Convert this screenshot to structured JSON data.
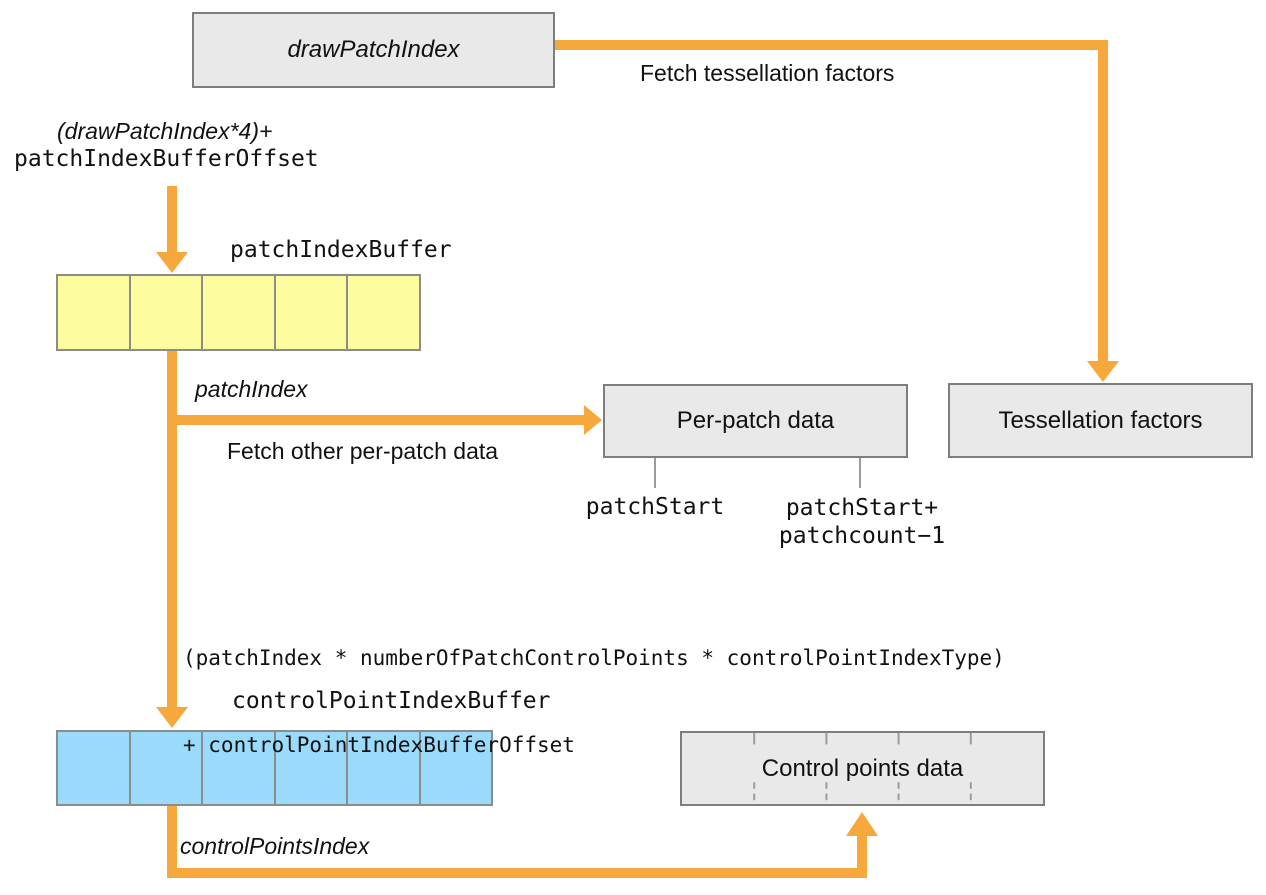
{
  "boxes": {
    "draw_patch_index": {
      "label": "drawPatchIndex"
    },
    "per_patch_data": {
      "label": "Per-patch data"
    },
    "tessellation_factors": {
      "label": "Tessellation factors"
    },
    "control_points_data": {
      "label": "Control points data"
    }
  },
  "buffers": {
    "patch_index": {
      "label": "patchIndexBuffer",
      "cells": 5
    },
    "control_point_index": {
      "label": "controlPointIndexBuffer",
      "cells": 6
    }
  },
  "arrow_labels": {
    "fetch_tessellation_factors": "Fetch tessellation factors",
    "fetch_other_per_patch_data": "Fetch other per-patch data"
  },
  "index_labels": {
    "patch_index": "patchIndex",
    "control_points_index": "controlPointsIndex"
  },
  "formulas": {
    "patch_index_buffer_offset": {
      "line1": "(drawPatchIndex*4)+",
      "line2": "patchIndexBufferOffset"
    },
    "control_point_index_buffer_offset": {
      "line1": "(patchIndex * numberOfPatchControlPoints * controlPointIndexType)",
      "line2": "+ controlPointIndexBufferOffset"
    }
  },
  "range_labels": {
    "patch_start": "patchStart",
    "patch_start_plus": "patchStart+",
    "patch_count_minus_one": "patchcount−1"
  },
  "colors": {
    "arrow_orange": "#F7A83D",
    "buffer_yellow": "#FDFD9F",
    "buffer_blue": "#9ADBFB",
    "box_gray_fill": "#E9E9E9",
    "box_gray_border": "#7E7E7E",
    "cell_border_gray": "#8C8C8C",
    "tick_gray": "#9B9B9B"
  }
}
